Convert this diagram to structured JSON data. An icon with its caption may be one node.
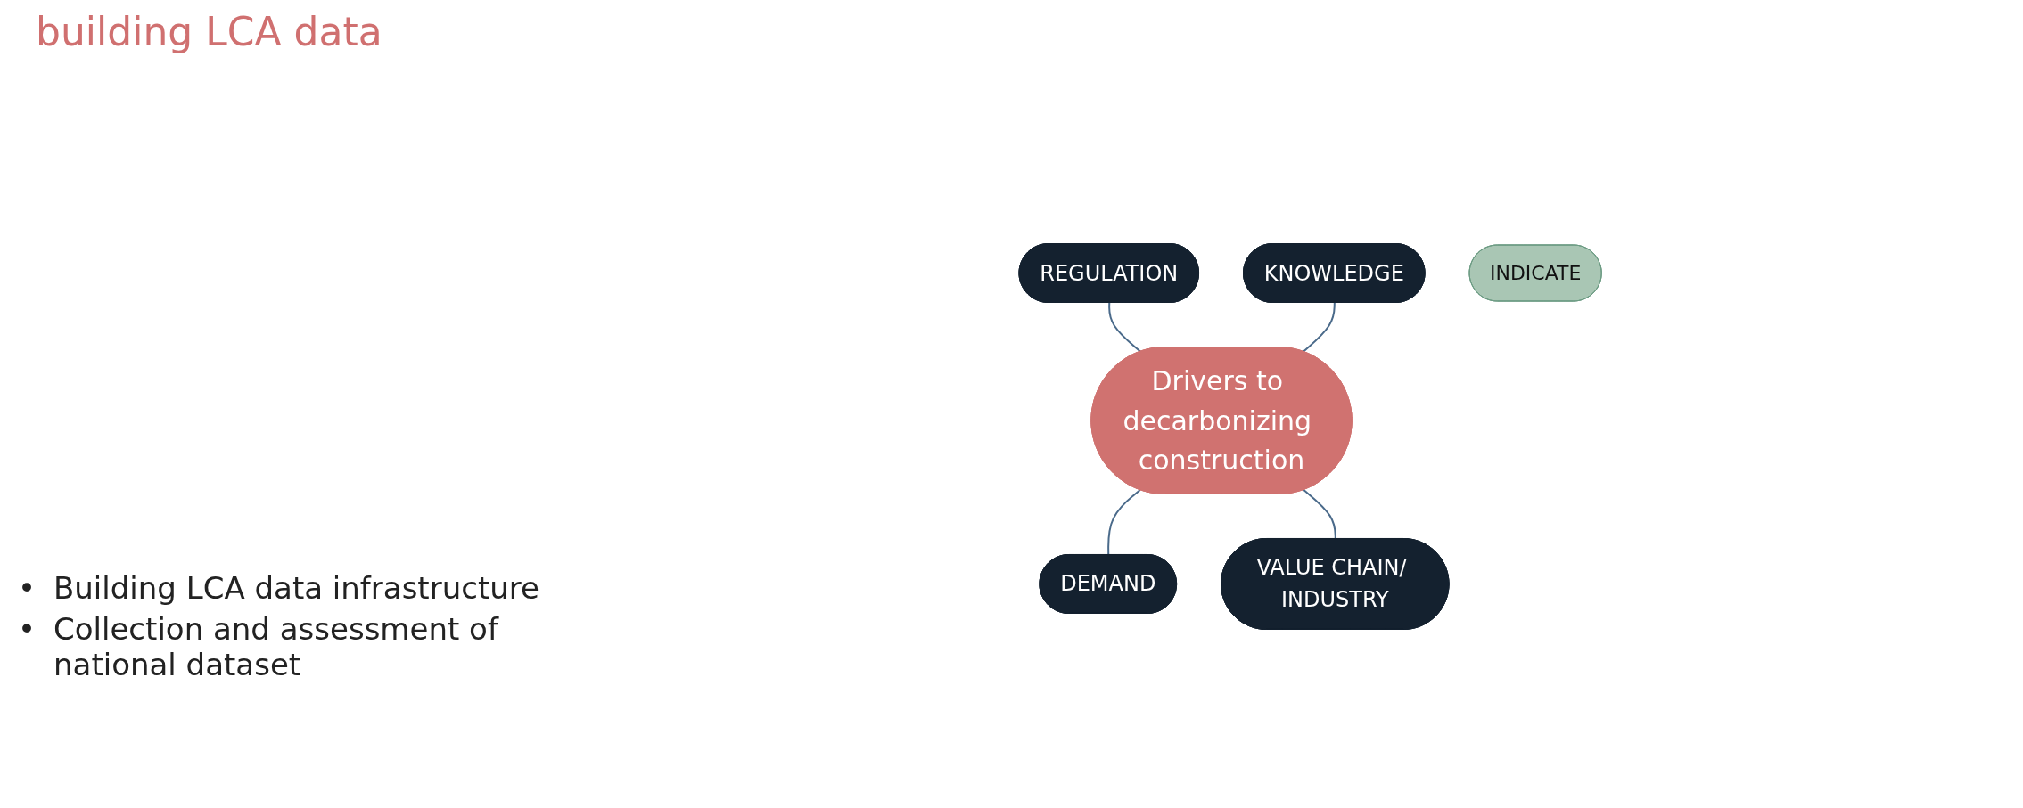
{
  "diagram": {
    "title": "building LCA data",
    "nodes": [
      {
        "text": [
          "REGULATION"
        ]
      },
      {
        "text": [
          "Drivers to decarbonizing construction"
        ]
      },
      {
        "text": [
          "KNOWLEDGE"
        ]
      },
      {
        "text": [
          "DEMAND"
        ]
      },
      {
        "text": [
          "VALUE CHAIN/ INDUSTRY"
        ]
      },
      {
        "text": [
          "INDICATE"
        ]
      }
    ],
    "edges": [
      {
        "from": 0,
        "to": 1,
        "arrow": "none"
      },
      {
        "from": 2,
        "to": 1,
        "arrow": "none"
      },
      {
        "from": 1,
        "to": 3,
        "arrow": "none"
      },
      {
        "from": 1,
        "to": 4,
        "arrow": "none"
      }
    ],
    "labels": [
      "•",
      "Building LCA data infrastructure",
      "•",
      "Collection and assessment of national dataset"
    ]
  }
}
